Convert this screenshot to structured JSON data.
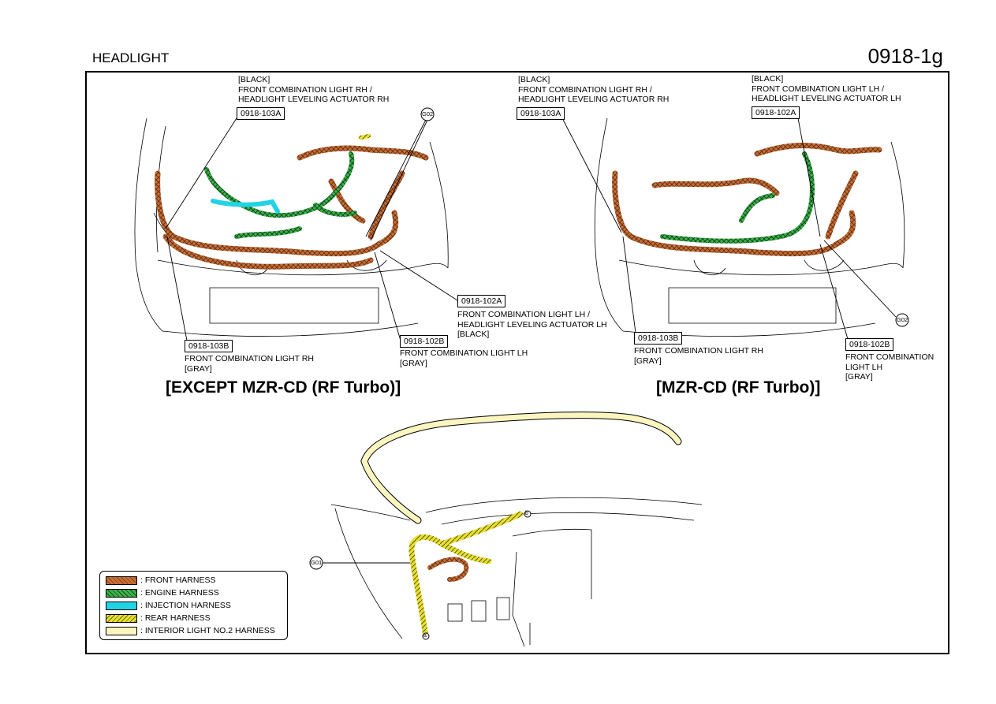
{
  "header": {
    "title": "HEADLIGHT",
    "code": "0918-1g"
  },
  "left_view": {
    "variant": "[EXCEPT MZR-CD (RF Turbo)]",
    "callout_103a": {
      "color": "[BLACK]",
      "line1": "FRONT COMBINATION LIGHT RH /",
      "line2": "HEADLIGHT LEVELING ACTUATOR RH",
      "code": "0918-103A"
    },
    "ground": "G02",
    "callout_102a": {
      "code": "0918-102A",
      "line1": "FRONT COMBINATION LIGHT LH /",
      "line2": "HEADLIGHT LEVELING ACTUATOR LH",
      "color": "[BLACK]"
    },
    "callout_103b": {
      "code": "0918-103B",
      "line1": "FRONT COMBINATION LIGHT RH",
      "color": "[GRAY]"
    },
    "callout_102b": {
      "code": "0918-102B",
      "line1": "FRONT COMBINATION LIGHT LH",
      "color": "[GRAY]"
    }
  },
  "right_view": {
    "variant": "[MZR-CD (RF Turbo)]",
    "callout_103a": {
      "color": "[BLACK]",
      "line1": "FRONT COMBINATION LIGHT RH /",
      "line2": "HEADLIGHT LEVELING ACTUATOR RH",
      "code": "0918-103A"
    },
    "callout_102a": {
      "color": "[BLACK]",
      "line1": "FRONT COMBINATION LIGHT LH /",
      "line2": "HEADLIGHT LEVELING ACTUATOR LH",
      "code": "0918-102A"
    },
    "ground": "G02",
    "callout_103b": {
      "code": "0918-103B",
      "line1": "FRONT COMBINATION LIGHT RH",
      "color": "[GRAY]"
    },
    "callout_102b": {
      "code": "0918-102B",
      "line1": "FRONT COMBINATION",
      "line2": "LIGHT LH",
      "color": "[GRAY]"
    }
  },
  "interior_view": {
    "ground": "G01",
    "connector_a": "a",
    "connector_b": "b"
  },
  "legend": {
    "items": [
      {
        "label": ": FRONT HARNESS",
        "color": "#c8703a"
      },
      {
        "label": ": ENGINE HARNESS",
        "color": "#3cb44b"
      },
      {
        "label": ": INJECTION HARNESS",
        "color": "#22d3e6"
      },
      {
        "label": ": REAR HARNESS",
        "color": "#e8e030"
      },
      {
        "label": ": INTERIOR LIGHT NO.2 HARNESS",
        "color": "#fbf6c0"
      }
    ]
  }
}
